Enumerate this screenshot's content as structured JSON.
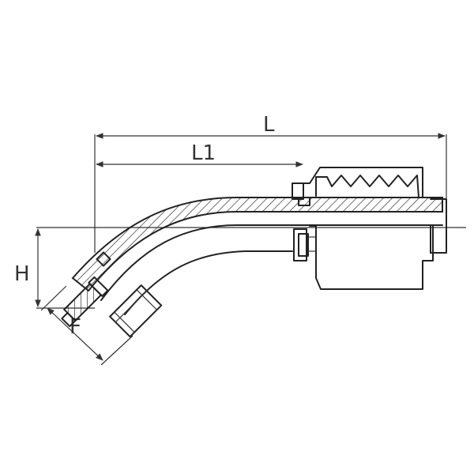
{
  "labels": {
    "length": "L",
    "length_1": "L1",
    "height": "H",
    "flange": "F"
  }
}
